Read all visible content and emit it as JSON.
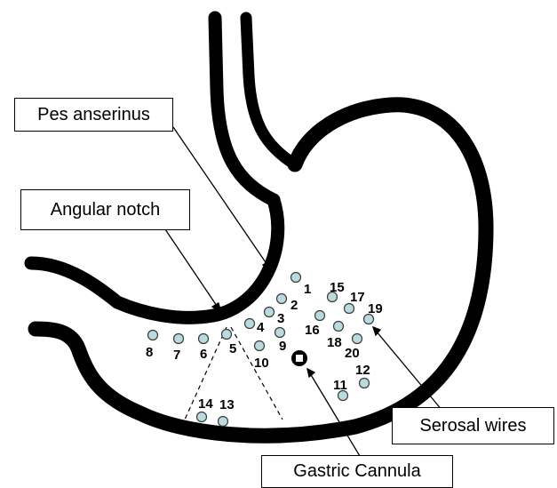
{
  "labels": {
    "pes_anserinus": "Pes anserinus",
    "angular_notch": "Angular notch",
    "serosal_wires": "Serosal wires",
    "gastric_cannula": "Gastric Cannula"
  },
  "electrodes": [
    "1",
    "2",
    "3",
    "4",
    "5",
    "6",
    "7",
    "8",
    "9",
    "10",
    "11",
    "12",
    "13",
    "14",
    "15",
    "16",
    "17",
    "18",
    "19",
    "20"
  ],
  "colors": {
    "outline": "#000000",
    "electrode_fill": "#b9dade",
    "electrode_stroke": "#3a3a3a",
    "background": "#ffffff"
  }
}
